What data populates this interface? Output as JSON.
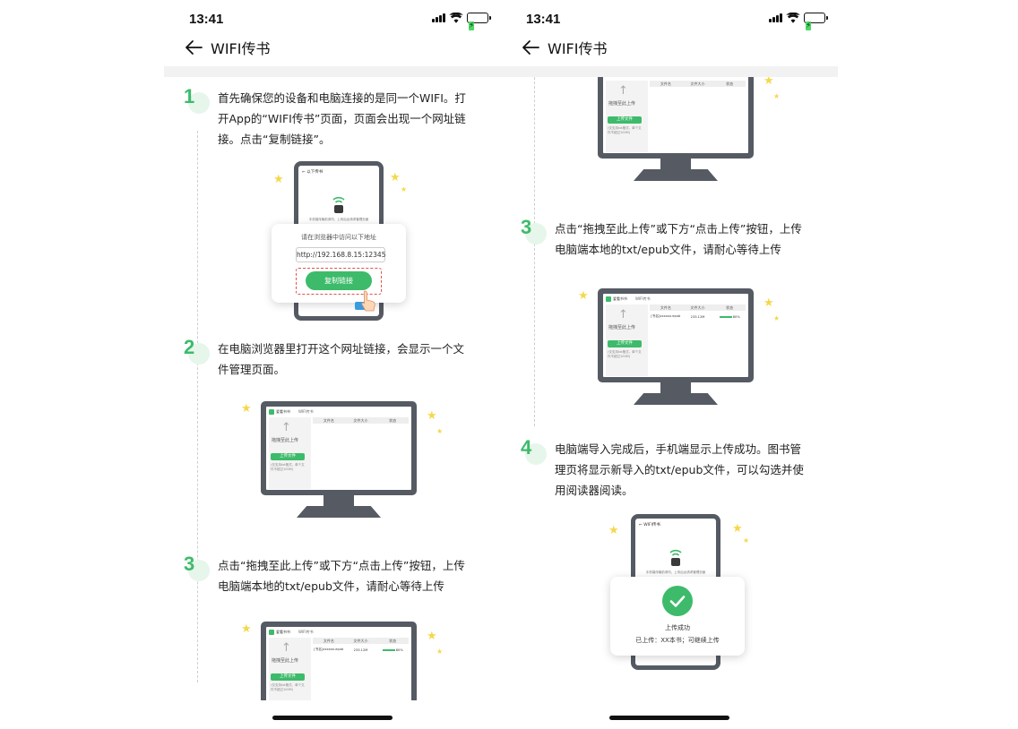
{
  "status": {
    "time": "13:41",
    "battery_icon": "battery-charging-icon"
  },
  "nav": {
    "title": "WIFI传书",
    "back_icon": "back-arrow-icon"
  },
  "steps": [
    {
      "num": "1",
      "text": "首先确保您的设备和电脑连接的是同一个WIFI。打开App的“WIFI传书”页面，页面会出现一个网址链接。点击“复制链接”。"
    },
    {
      "num": "2",
      "text": "在电脑浏览器里打开这个网址链接，会显示一个文件管理页面。"
    },
    {
      "num": "3",
      "text": "点击“拖拽至此上传”或下方“点击上传”按钮，上传电脑端本地的txt/epub文件，请耐心等待上传"
    },
    {
      "num": "4",
      "text": "电脑端导入完成后，手机端显示上传成功。图书管理页将显示新导入的txt/epub文件，可以勾选并使用阅读器阅读。"
    }
  ],
  "illu_phone": {
    "header": "← 以下传书",
    "hint": "手机端传输前请勿，上传后台请求管理页面",
    "card_prompt": "请在浏览器中访问以下地址",
    "url": "http://192.168.8.15:12345",
    "copy_button": "复制链接"
  },
  "web_manager": {
    "logo": "爱看书书",
    "tab": "WIFI传书",
    "drop_label": "拖拽至此上传",
    "upload_button": "上传文件",
    "tip": "(仅支持txt格式，单个文件不超过100M)",
    "columns": [
      "文件名",
      "文件大小",
      "状态"
    ],
    "file_row": {
      "name": "[书名]xxxxxx.epub",
      "size": "233.12M",
      "progress": "80%"
    }
  },
  "success": {
    "header": "← WIFI传书",
    "title": "上传成功",
    "subtitle": "已上传：XX本书；可继续上传"
  },
  "colors": {
    "accent": "#3dbb6b",
    "device": "#555a63",
    "star": "#f4d84a"
  }
}
